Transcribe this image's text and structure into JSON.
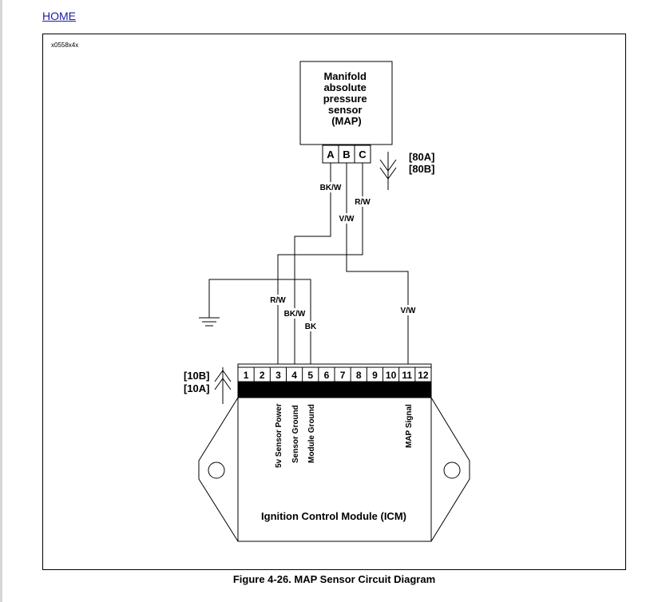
{
  "nav": {
    "home_label": "HOME"
  },
  "figure": {
    "id": "x0558x4x",
    "caption": "Figure 4-26. MAP Sensor Circuit Diagram"
  },
  "sensor": {
    "title_lines": [
      "Manifold",
      "absolute",
      "pressure",
      "sensor",
      "(MAP)"
    ],
    "pins": [
      "A",
      "B",
      "C"
    ],
    "connector_labels": [
      "[80A]",
      "[80B]"
    ]
  },
  "wires": {
    "bkw_top": "BK/W",
    "rw_top": "R/W",
    "vw_top": "V/W",
    "rw_mid": "R/W",
    "bkw_mid": "BK/W",
    "bk_mid": "BK",
    "vw_right": "V/W"
  },
  "module": {
    "title": "Ignition Control Module (ICM)",
    "pins": [
      "1",
      "2",
      "3",
      "4",
      "5",
      "6",
      "7",
      "8",
      "9",
      "10",
      "11",
      "12"
    ],
    "connector_labels": [
      "[10B]",
      "[10A]"
    ],
    "pin_labels": {
      "p3": "5v Sensor Power",
      "p4": "Sensor Ground",
      "p5": "Module Ground",
      "p11": "MAP Signal"
    }
  }
}
